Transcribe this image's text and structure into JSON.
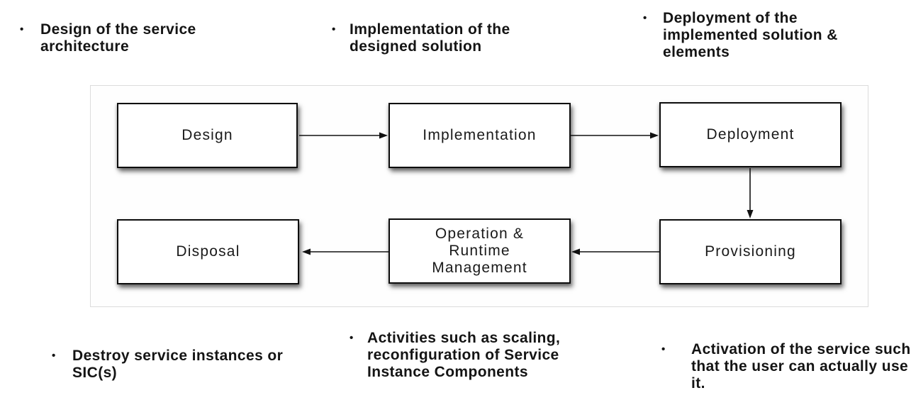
{
  "colors": {
    "text": "#1a1a1a",
    "box_border": "#0d0d0d",
    "box_fill": "#ffffff",
    "panel_border": "#dcdcdc",
    "arrow": "#111111"
  },
  "annotations": {
    "bullet_glyph": "•",
    "top": [
      {
        "text": "Design of the service architecture"
      },
      {
        "text": "Implementation of the designed solution"
      },
      {
        "text": "Deployment of the implemented solution & elements"
      }
    ],
    "bottom": [
      {
        "text": "Destroy service instances or SIC(s)"
      },
      {
        "text": "Activities such as scaling, reconfiguration of Service Instance Components"
      },
      {
        "text": "Activation of the service such that the user can actually use it."
      }
    ]
  },
  "diagram": {
    "boxes": [
      {
        "id": "design",
        "label": "Design"
      },
      {
        "id": "implementation",
        "label": "Implementation"
      },
      {
        "id": "deployment",
        "label": "Deployment"
      },
      {
        "id": "provisioning",
        "label": "Provisioning"
      },
      {
        "id": "operation-runtime-management",
        "label": "Operation & Runtime Management"
      },
      {
        "id": "disposal",
        "label": "Disposal"
      }
    ]
  }
}
